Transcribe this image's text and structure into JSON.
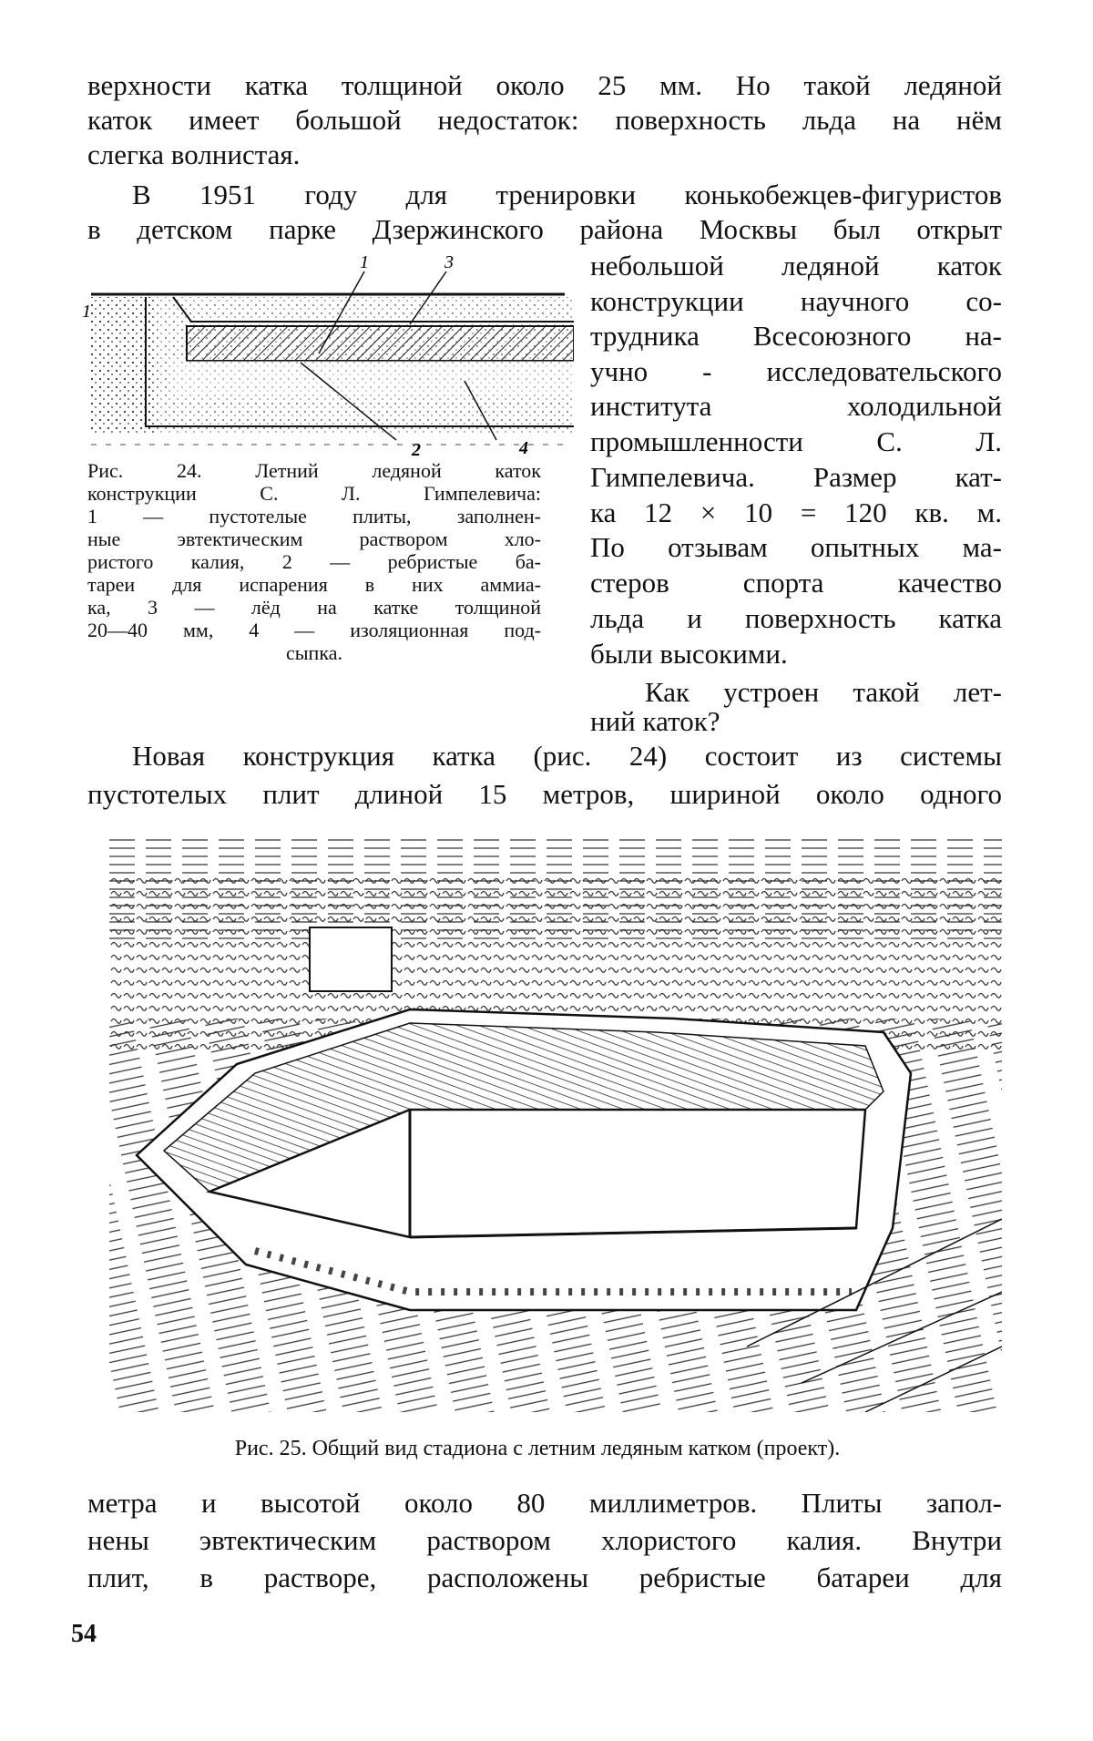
{
  "page_number": "54",
  "top_lines": [
    "верхности катка толщиной около 25 мм. Но такой ледяной",
    "каток имеет большой недостаток: поверхность льда на нём",
    "слегка волнистая."
  ],
  "para2_lines": [
    "В 1951 году для тренировки конькобежцев-фигуристов",
    "в детском парке Дзержинского района Москвы был открыт"
  ],
  "right_column_lines": [
    "небольшой ледяной каток",
    "конструкции научного со-",
    "трудника Всесоюзного на-",
    "учно - исследовательского",
    "института холодильной",
    "промышленности С. Л.",
    "Гимпелевича. Размер кат-",
    "ка 12 × 10 = 120 кв. м.",
    "По отзывам опытных ма-",
    "стеров спорта качество",
    "льда и поверхность катка",
    "были высокими.",
    "Как устроен такой лет-",
    "ний каток?"
  ],
  "figure24": {
    "labels": [
      "1",
      "3",
      "2",
      "4",
      "1"
    ],
    "caption_lines": [
      "Рис. 24. Летний ледяной каток",
      "конструкции С. Л. Гимпелевича:",
      "1 — пустотелые плиты, заполнен-",
      "ные эвтектическим раствором хло-",
      "ристого калия, 2 — ребристые ба-",
      "тареи для испарения в них аммиа-",
      "ка, 3 — лёд на катке толщиной",
      "20—40 мм, 4 — изоляционная под-",
      "сыпка."
    ]
  },
  "para3_lines": [
    "Новая конструкция катка (рис. 24) состоит из системы",
    "пустотелых плит длиной 15 метров, шириной около одного"
  ],
  "figure25": {
    "caption": "Рис. 25. Общий вид стадиона с летним ледяным катком (проект)."
  },
  "bottom_lines": [
    "метра и высотой около 80 миллиметров. Плиты запол-",
    "нены эвтектическим раствором хлористого калия. Внутри",
    "плит, в растворе, расположены ребристые батареи для"
  ]
}
